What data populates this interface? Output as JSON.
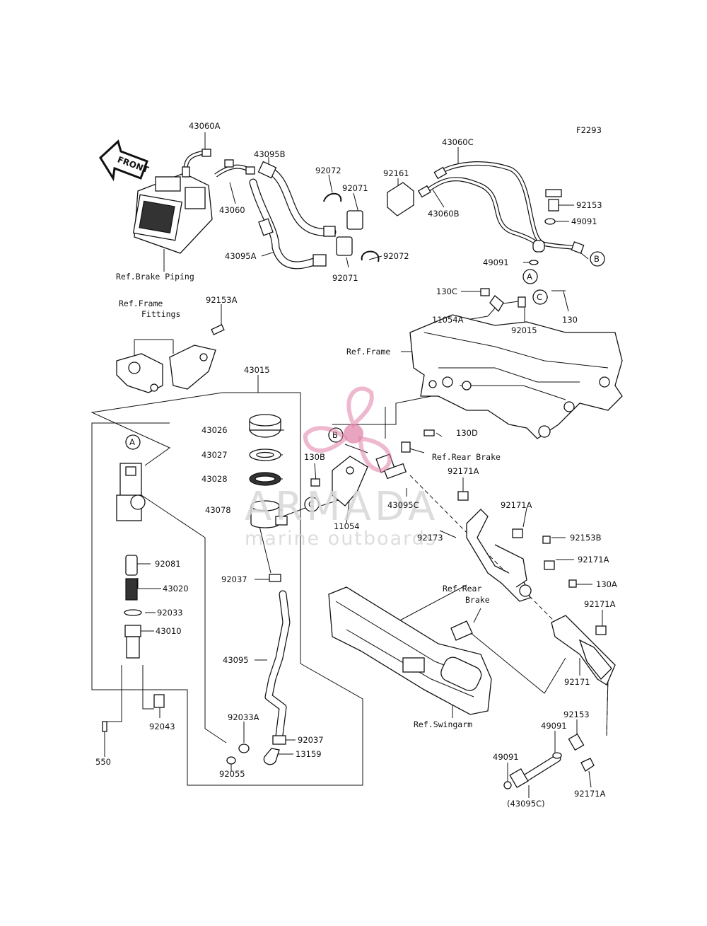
{
  "diagram_code": "F2293",
  "front_arrow": "FRONT",
  "watermark": {
    "brand": "ARMADA",
    "tagline": "marine outboards",
    "logo_color": "#e07fa5",
    "text_color": "#d8d8d8"
  },
  "references": {
    "brake_piping": "Ref.Brake Piping",
    "frame_fittings_1": "Ref.Frame",
    "frame_fittings_2": "Fittings",
    "frame": "Ref.Frame",
    "rear_brake_1": "Ref.Rear Brake",
    "rear_brake_2a": "Ref.Rear",
    "rear_brake_2b": "Brake",
    "swingarm": "Ref.Swingarm"
  },
  "markers": {
    "a": "A",
    "b": "B",
    "c": "C"
  },
  "parts": {
    "p43060A": "43060A",
    "p43095B": "43095B",
    "p92072a": "92072",
    "p92161": "92161",
    "p43060C": "43060C",
    "p92071a": "92071",
    "p43060": "43060",
    "p43060B": "43060B",
    "p92153": "92153",
    "p49091a": "49091",
    "p43095A": "43095A",
    "p92072b": "92072",
    "p92071b": "92071",
    "p49091b": "49091",
    "p130C": "130C",
    "p11054A": "11054A",
    "p92015": "92015",
    "p130": "130",
    "p92153A": "92153A",
    "p43015": "43015",
    "p43026": "43026",
    "p43027": "43027",
    "p43028": "43028",
    "p43078": "43078",
    "p130D": "130D",
    "p130B": "130B",
    "p92171Aa": "92171A",
    "p43095C": "43095C",
    "p11054": "11054",
    "p92173": "92173",
    "p92171Ab": "92171A",
    "p92153B": "92153B",
    "p92171Ac": "92171A",
    "p130A": "130A",
    "p92171Ad": "92171A",
    "p92081": "92081",
    "p43020": "43020",
    "p92033": "92033",
    "p43010": "43010",
    "p92037a": "92037",
    "p43095": "43095",
    "p92043": "92043",
    "p550": "550",
    "p92033A": "92033A",
    "p92037b": "92037",
    "p13159": "13159",
    "p92055": "92055",
    "p92171": "92171",
    "p92153b": "92153",
    "p49091c": "49091",
    "p49091d": "49091",
    "p43095Cp": "(43095C)",
    "p92171Ae": "92171A"
  }
}
